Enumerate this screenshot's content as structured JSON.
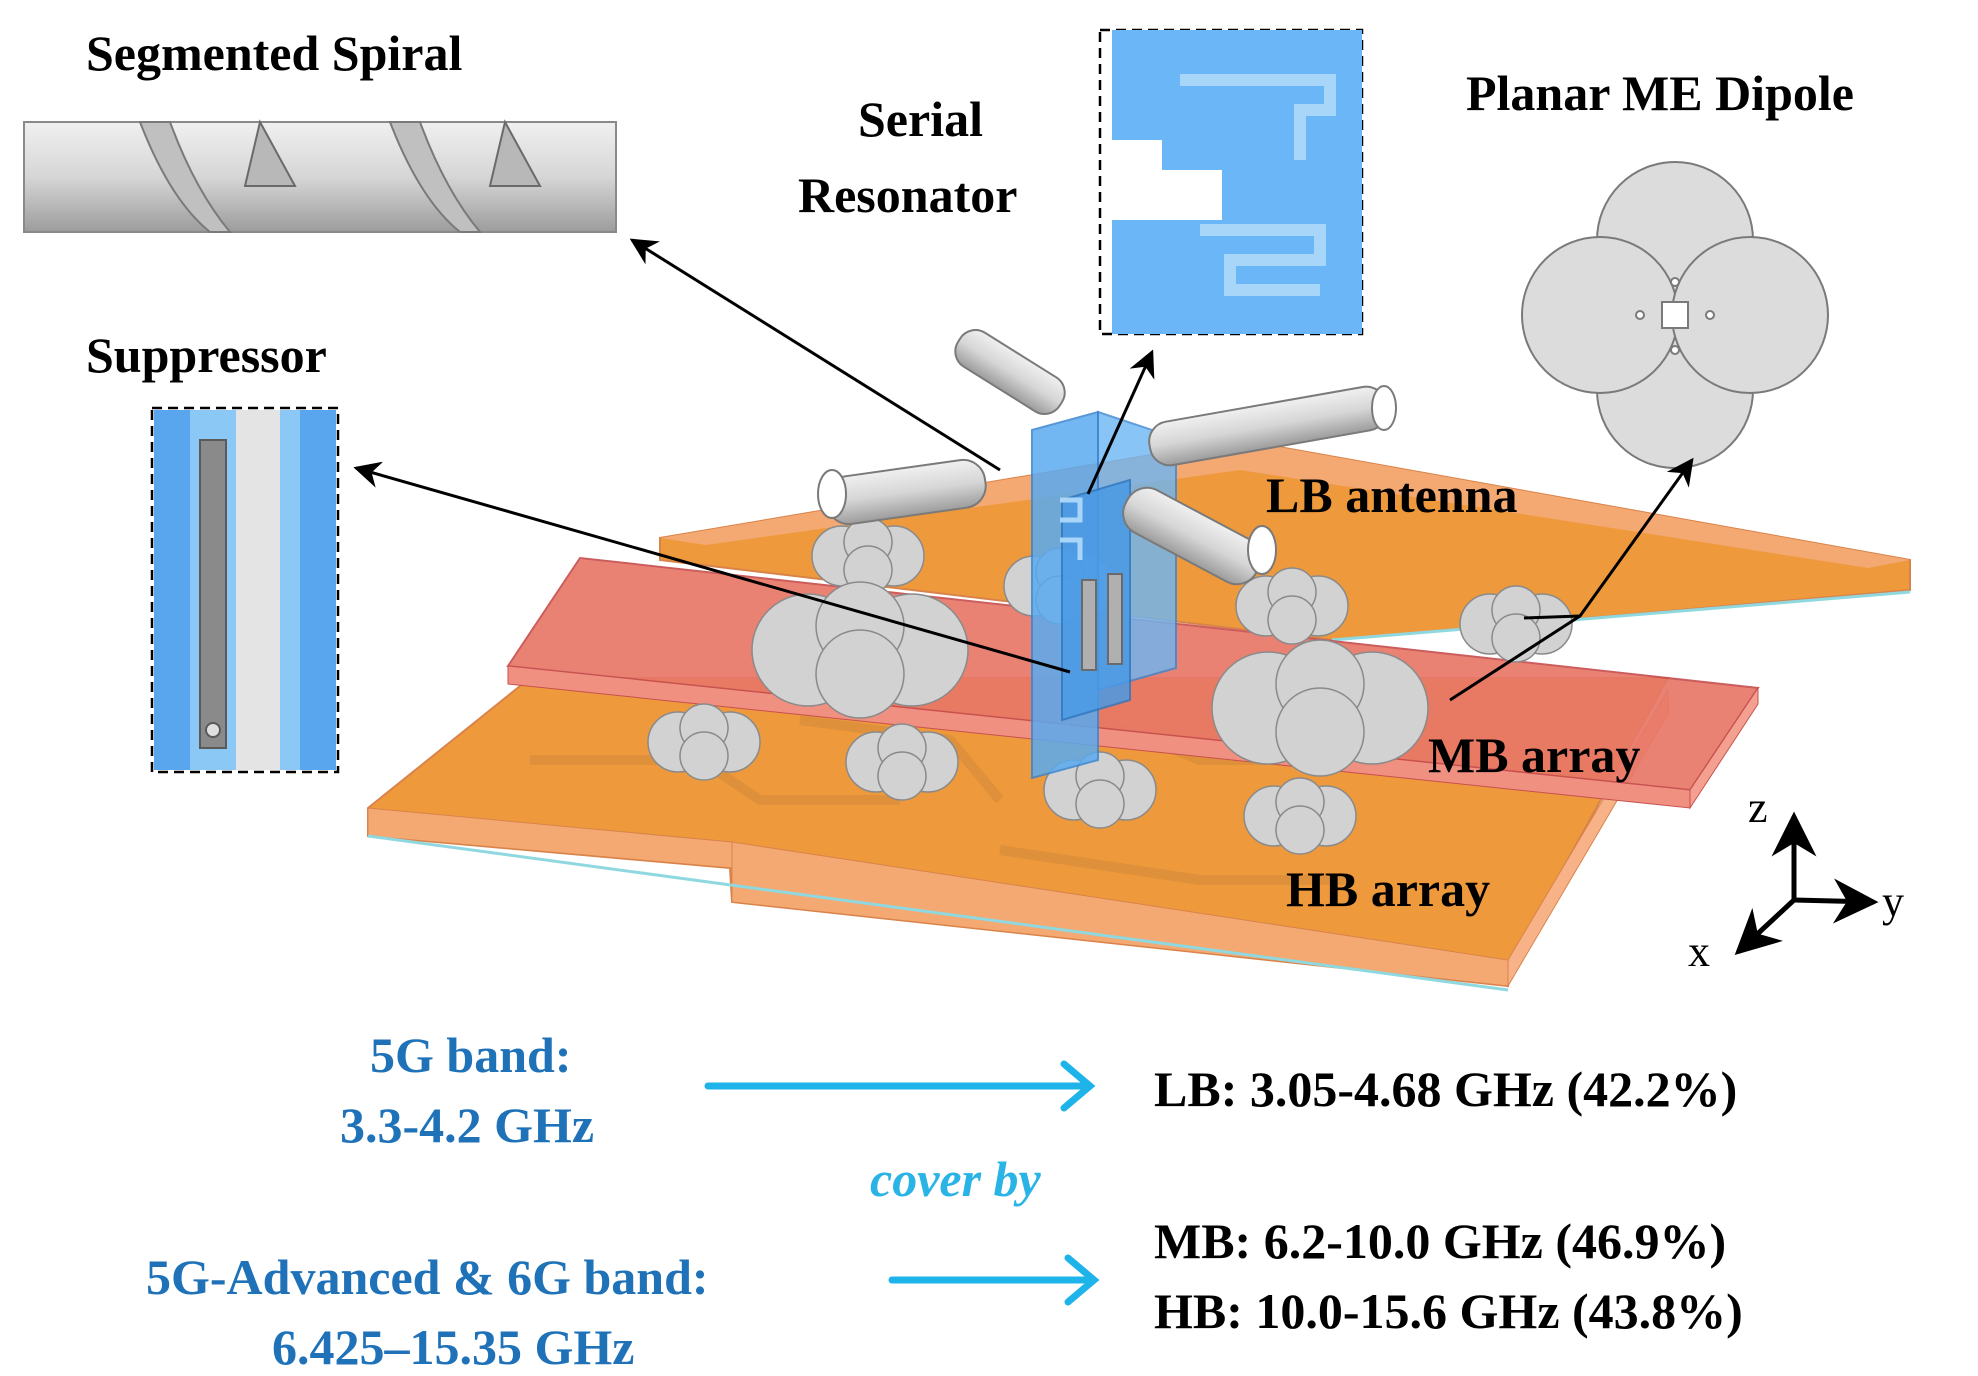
{
  "labels": {
    "segmented_spiral": "Segmented Spiral",
    "serial_line1": "Serial",
    "serial_line2": "Resonator",
    "planar_me_dipole": "Planar ME Dipole",
    "suppressor": "Suppressor",
    "lb_antenna": "LB antenna",
    "mb_array": "MB array",
    "hb_array": "HB array"
  },
  "axes": {
    "z": "z",
    "y": "y",
    "x": "x"
  },
  "bands": {
    "g5_line1": "5G band:",
    "g5_line2": "3.3-4.2 GHz",
    "cover_by": "cover by",
    "adv_line1": "5G-Advanced & 6G band:",
    "adv_line2": "6.425–15.35 GHz",
    "lb": "LB: 3.05-4.68 GHz (42.2%)",
    "mb": "MB: 6.2-10.0 GHz (46.9%)",
    "hb": "HB: 10.0-15.6 GHz (43.8%)"
  },
  "colors": {
    "substrate_orange": "#ee9a3c",
    "substrate_edge": "#f4a872",
    "mb_strip_red": "#e87868",
    "antenna_blue": "#5aaaf0",
    "metal_gray": "#d8d8d8",
    "text_blue": "#1f72b8",
    "arrow_cyan": "#1eb4ea"
  }
}
